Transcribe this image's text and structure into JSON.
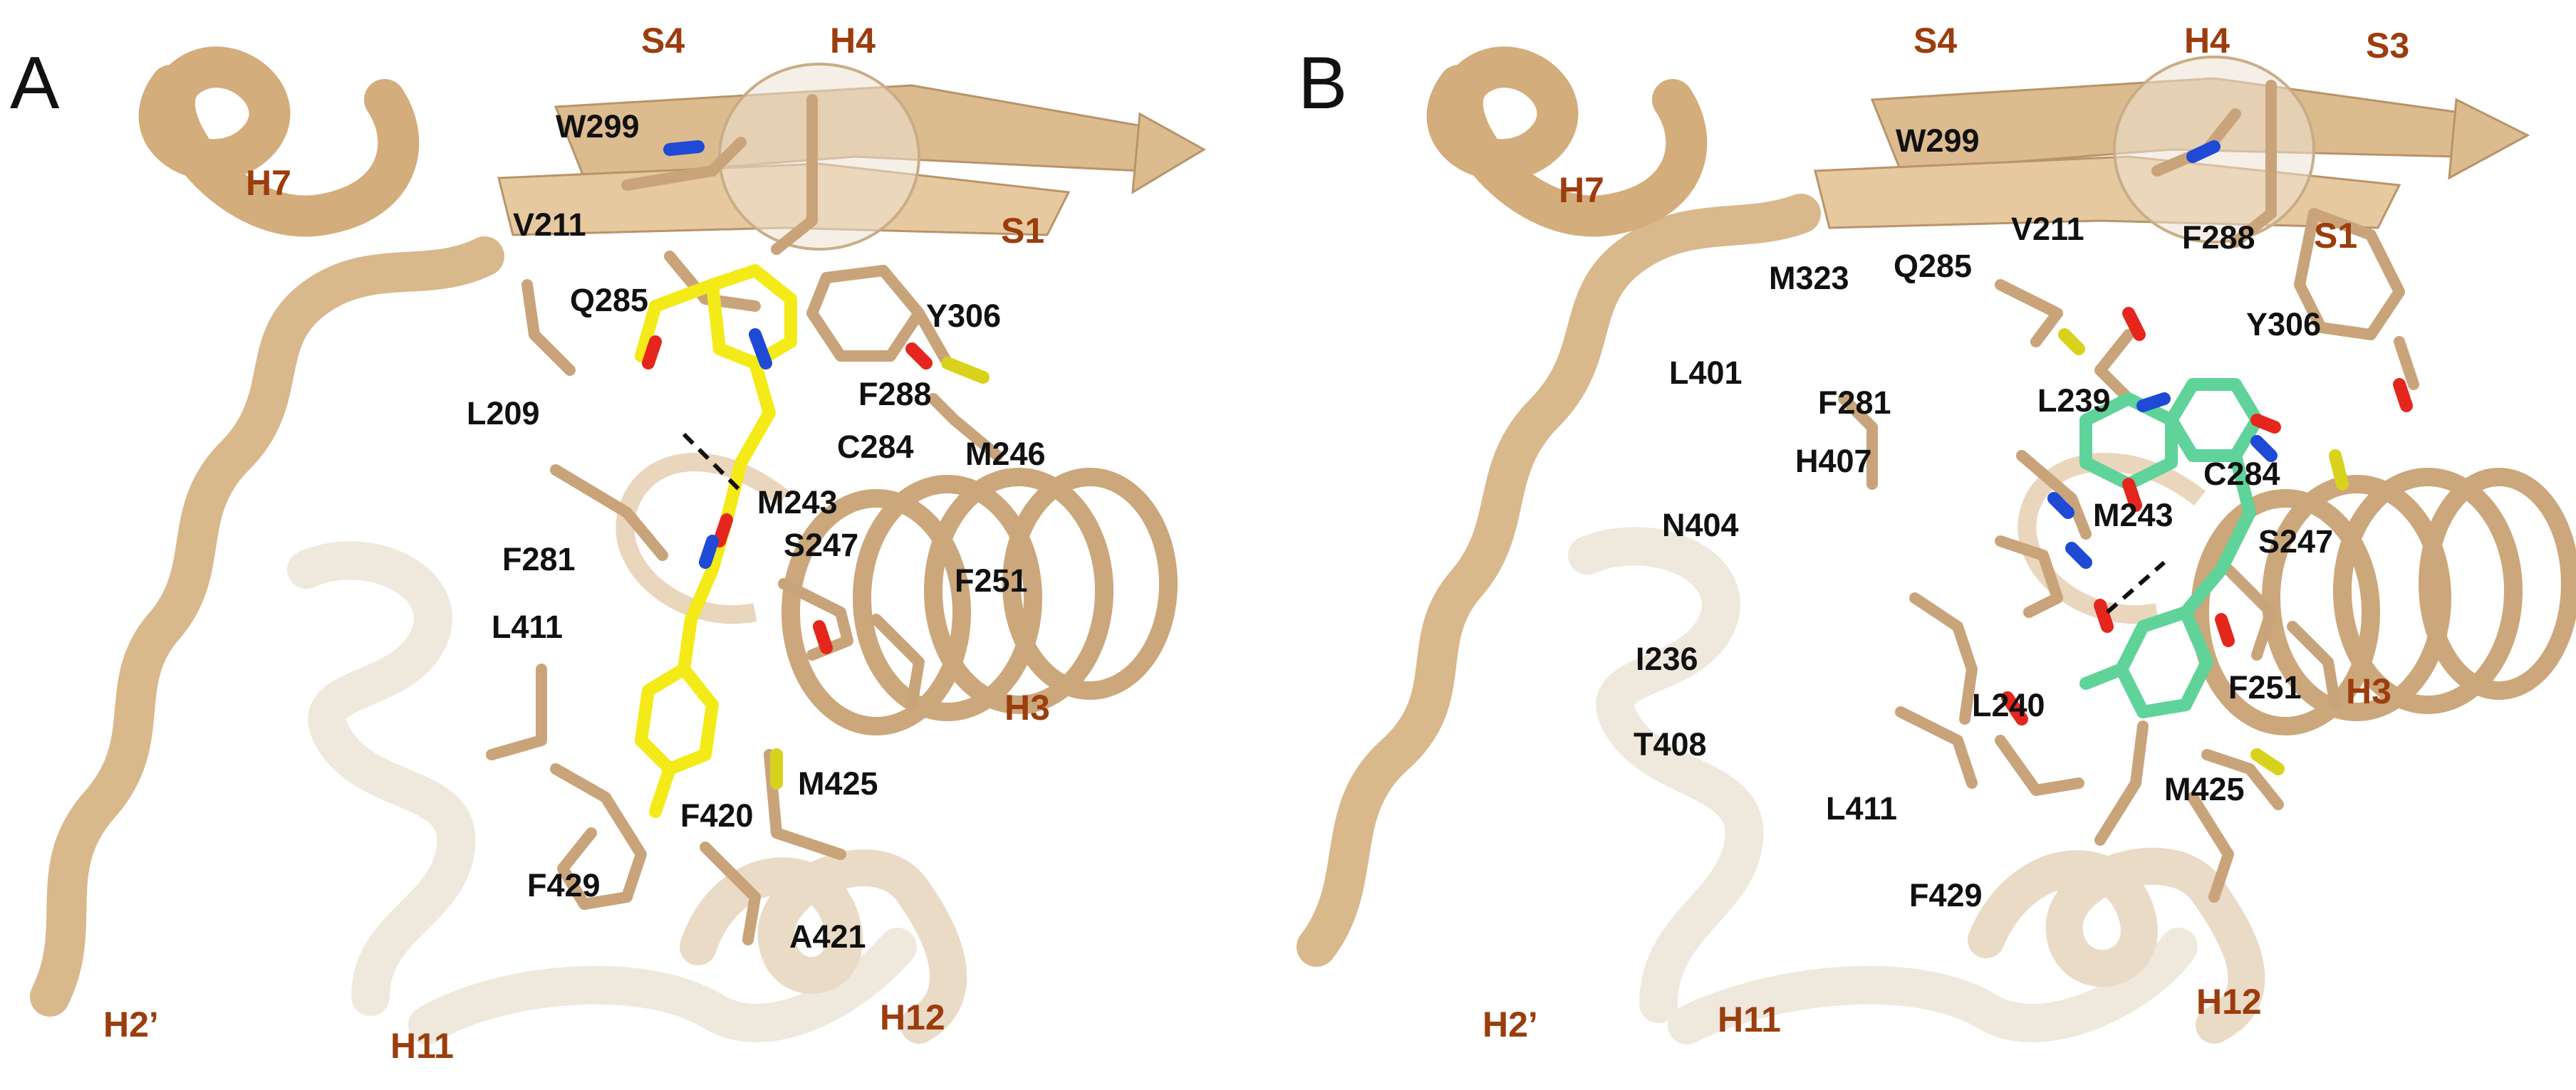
{
  "colors": {
    "ribbon_light": "#e2c69f",
    "ribbon_mid": "#c9a77c",
    "ribbon_dark": "#9a7652",
    "ribbon_pale": "#f1ece4",
    "ligand_a": "#f4ea17",
    "ligand_b": "#5fd39a",
    "oxygen": "#e5261c",
    "nitrogen": "#1f4ad6",
    "sulfur": "#d9d21c",
    "residue_label": "#111111",
    "structure_label": "#9b3d0d"
  },
  "panels": [
    {
      "letter": "A",
      "structure_labels": [
        "S4",
        "H4",
        "H7",
        "S1",
        "H3",
        "H2’",
        "H11",
        "H12"
      ],
      "residue_labels": [
        "W299",
        "V211",
        "Q285",
        "Y306",
        "L209",
        "F288",
        "C284",
        "M246",
        "M243",
        "S247",
        "F281",
        "F251",
        "L411",
        "F420",
        "M425",
        "F429",
        "A421"
      ],
      "ligand": "yellow"
    },
    {
      "letter": "B",
      "structure_labels": [
        "S4",
        "H4",
        "S3",
        "H7",
        "S1",
        "H3",
        "H2’",
        "H11",
        "H12"
      ],
      "residue_labels": [
        "W299",
        "V211",
        "F288",
        "M323",
        "Q285",
        "Y306",
        "L401",
        "F281",
        "L239",
        "H407",
        "C284",
        "N404",
        "M243",
        "S247",
        "I236",
        "F251",
        "T408",
        "L240",
        "M425",
        "L411",
        "F429"
      ],
      "ligand": "green"
    }
  ]
}
